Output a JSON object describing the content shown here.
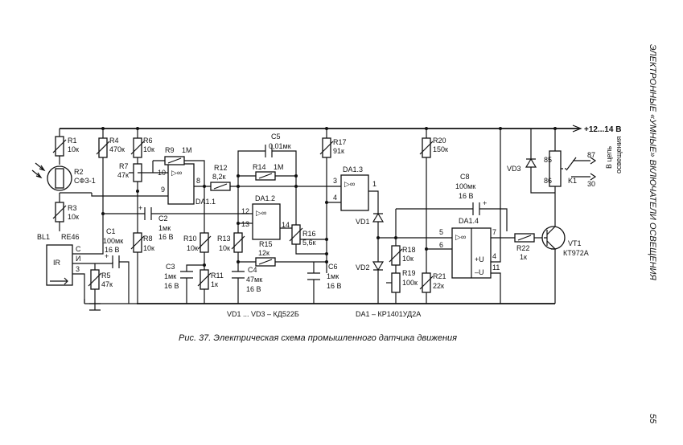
{
  "header": {
    "side_title": "ЭЛЕКТРОННЫЕ «УМНЫЕ» ВКЛЮЧАТЕЛИ ОСВЕЩЕНИЯ",
    "page_number": "55"
  },
  "caption": "Рис. 37. Электрическая схема промышленного датчика движения",
  "notes": {
    "diodes": "VD1 ... VD3 – КД522Б",
    "opamp": "DA1 – КР1401УД2А"
  },
  "supply": "+12...14 В",
  "load_label": [
    "В цепь",
    "освещения"
  ],
  "components": {
    "R1": [
      "R1",
      "10к"
    ],
    "R2": [
      "R2",
      "СФЗ-1"
    ],
    "R3": [
      "R3",
      "10к"
    ],
    "R4": [
      "R4",
      "470к"
    ],
    "R5": [
      "R5",
      "47к"
    ],
    "R6": [
      "R6",
      "10к"
    ],
    "R7": [
      "R7",
      "47к"
    ],
    "R8": [
      "R8",
      "10к"
    ],
    "R9": [
      "R9",
      "1М"
    ],
    "R10": [
      "R10",
      "10к"
    ],
    "R11": [
      "R11",
      "1к"
    ],
    "R12": [
      "R12",
      "8,2к"
    ],
    "R13": [
      "R13",
      "10к"
    ],
    "R14": [
      "R14",
      "1М"
    ],
    "R15": [
      "R15",
      "12к"
    ],
    "R16": [
      "R16",
      "5,6к"
    ],
    "R17": [
      "R17",
      "91к"
    ],
    "R18": [
      "R18",
      "10к"
    ],
    "R19": [
      "R19",
      "100к"
    ],
    "R20": [
      "R20",
      "150к"
    ],
    "R21": [
      "R21",
      "22к"
    ],
    "R22": [
      "R22",
      "1к"
    ],
    "C1": [
      "C1",
      "100мк",
      "16 В"
    ],
    "C2": [
      "C2",
      "1мк",
      "16 В"
    ],
    "C3": [
      "C3",
      "1мк",
      "16 В"
    ],
    "C4": [
      "C4",
      "47мк",
      "16 В"
    ],
    "C5": [
      "C5",
      "0,01мк"
    ],
    "C6": [
      "C6",
      "1мк",
      "16 В"
    ],
    "C8": [
      "C8",
      "100мк",
      "16 В"
    ],
    "BL1": "BL1",
    "BL1_type": "RE46",
    "IR": "IR",
    "VD1": "VD1",
    "VD2": "VD2",
    "VD3": "VD3",
    "VT1": "VT1",
    "VT1_type": "КТ972А",
    "K1": "K1",
    "DA11": "DA1.1",
    "DA12": "DA1.2",
    "DA13": "DA1.3",
    "DA14": "DA1.4",
    "inf": "▷∞"
  },
  "pins": {
    "bl_c": "С",
    "bl_i": "И",
    "bl_3": "3",
    "da11_10": "10",
    "da11_9": "9",
    "da11_8": "8",
    "da12_12": "12",
    "da12_13": "13",
    "da12_14": "14",
    "da13_3": "3",
    "da13_4": "4",
    "da13_1": "1",
    "da14_5": "5",
    "da14_6": "6",
    "da14_7": "7",
    "da14_4": "4",
    "da14_11": "11",
    "da14_pu": "+U",
    "da14_mu": "–U",
    "k85": "85",
    "k86": "86",
    "k87": "87",
    "k30": "30",
    "plus": "+"
  }
}
